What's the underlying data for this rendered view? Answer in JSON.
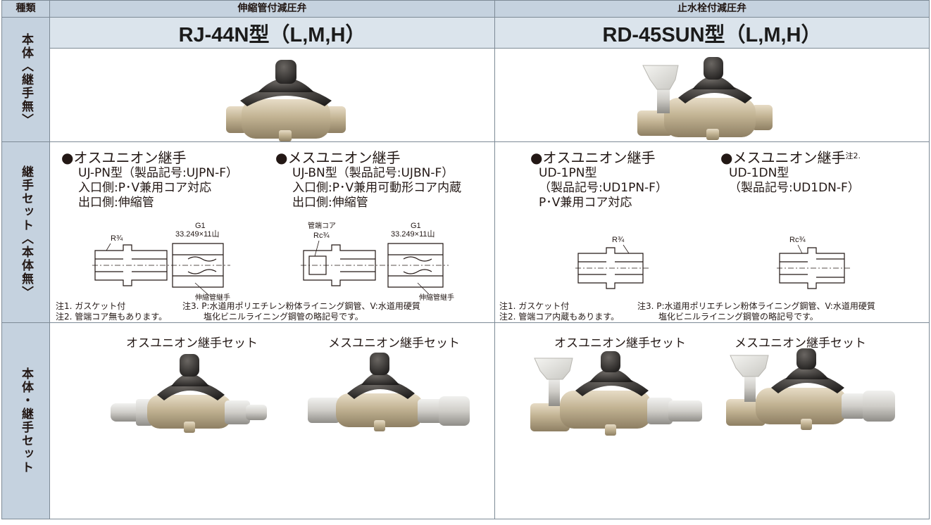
{
  "header": {
    "kind_label": "種類",
    "col1_title": "伸縮管付減圧弁",
    "col2_title": "止水栓付減圧弁"
  },
  "models": {
    "col1": "RJ-44N型（L,M,H）",
    "col2": "RD-45SUN型（L,M,H）"
  },
  "rows": {
    "body_label": "本体〈継手無〉",
    "fitting_label": "継手セット〈本体無〉",
    "set_label": "本体・継手セット"
  },
  "fittings_col1": {
    "male": {
      "title": "●オスユニオン継手",
      "lines": [
        "UJ-PN型（製品記号:UJPN-F）",
        "入口側:P･V兼用コア対応",
        "出口側:伸縮管"
      ]
    },
    "female": {
      "title": "●メスユニオン継手",
      "lines": [
        "UJ-BN型（製品記号:UJBN-F）",
        "入口側:P･V兼用可動形コア内蔵",
        "出口側:伸縮管"
      ]
    },
    "drawings": {
      "r34": "R¾",
      "g1": "G1",
      "thread": "33.249×11山",
      "kantan_core": "管端コア",
      "rc34": "Rc¾",
      "bellows": "伸縮管継手"
    },
    "notes_left": [
      "注1.  ガスケット付",
      "注2.  管端コア無もあります。"
    ],
    "notes_right": [
      "注3. P:水道用ポリエチレン粉体ライニング鋼管、V:水道用硬質",
      "塩化ビニルライニング鋼管の略記号です。"
    ]
  },
  "fittings_col2": {
    "male": {
      "title": "●オスユニオン継手",
      "lines": [
        "UD-1PN型",
        "（製品記号:UD1PN-F）",
        "P･V兼用コア対応"
      ]
    },
    "female": {
      "title": "●メスユニオン継手",
      "title_sup": "注2.",
      "lines": [
        "UD-1DN型",
        "（製品記号:UD1DN-F）"
      ]
    },
    "drawings": {
      "r34": "R¾",
      "rc34": "Rc¾"
    },
    "notes_left": [
      "注1.  ガスケット付",
      "注2.  管端コア内蔵もあります。"
    ],
    "notes_right": [
      "注3. P:水道用ポリエチレン粉体ライニング鋼管、V:水道用硬質",
      "塩化ビニルライニング鋼管の略記号です。"
    ]
  },
  "sets": {
    "male": "オスユニオン継手セット",
    "female": "メスユニオン継手セット"
  },
  "colors": {
    "header_bg": "#c5d2df",
    "model_bg": "#dbe4ec",
    "rule": "#7d8a96",
    "brass": "#b9a98a",
    "rubber": "#2f2c2a"
  }
}
